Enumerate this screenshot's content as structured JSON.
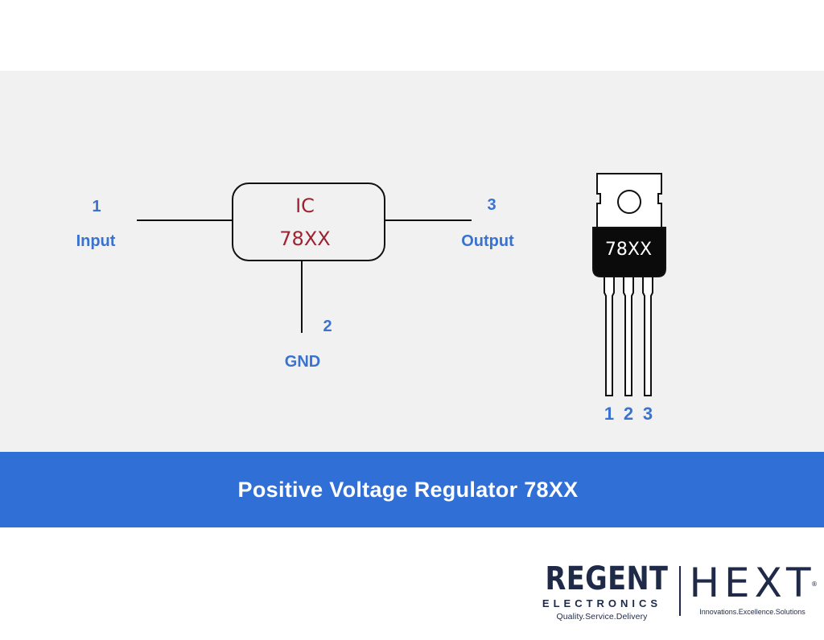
{
  "diagram": {
    "ic_label_line1": "IC",
    "ic_label_line2": "78XX",
    "pin1_number": "1",
    "pin1_label": "Input",
    "pin2_number": "2",
    "pin2_label": "GND",
    "pin3_number": "3",
    "pin3_label": "Output",
    "package_label": "78XX",
    "package_pin_numbers": [
      "1",
      "2",
      "3"
    ]
  },
  "banner": {
    "title": "Positive Voltage Regulator 78XX"
  },
  "logos": {
    "regent_name": "REGENT",
    "regent_sub": "ELECTRONICS",
    "regent_tagline": "Quality.Service.Delivery",
    "hext_name": "HEXT",
    "hext_registered": "®",
    "hext_tagline": "Innovations.Excellence.Solutions"
  },
  "colors": {
    "accent_blue": "#2f6fd6",
    "label_blue": "#3a72cf",
    "ic_text_red": "#9e2232",
    "panel_gray": "#f1f1f1",
    "logo_navy": "#1f2a48"
  }
}
